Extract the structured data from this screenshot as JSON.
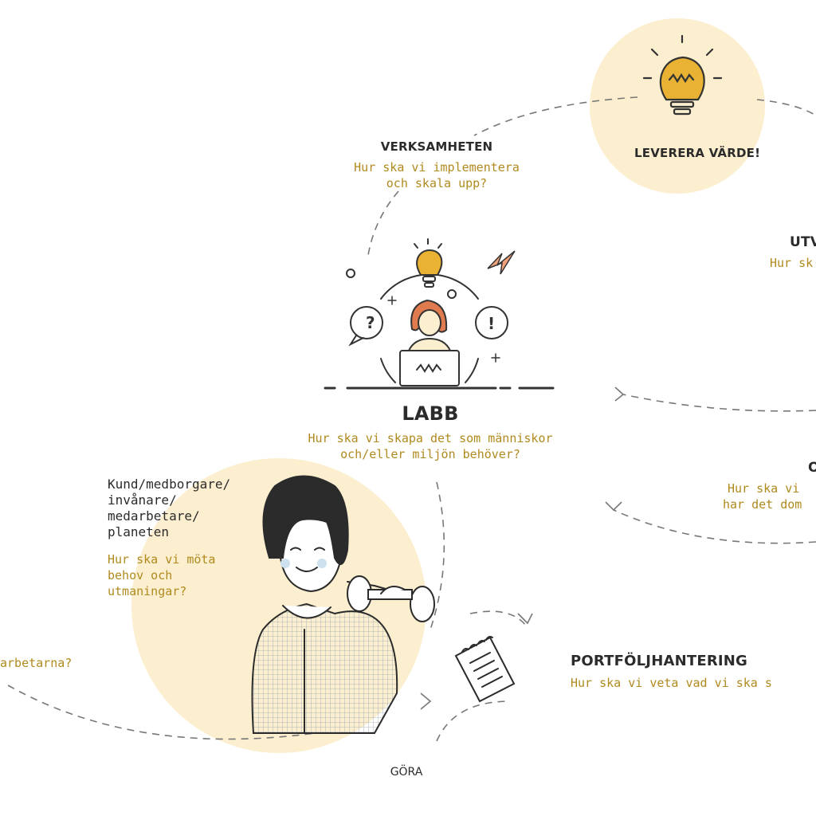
{
  "colors": {
    "accent_fill": "#fcefd0",
    "accent_gold": "#e9b233",
    "question_text": "#b08a1e",
    "heading_text": "#2b2b2b",
    "dash_line": "#777777",
    "lightning": "#f2a07a",
    "hair": "#e07a4f"
  },
  "nodes": {
    "leverera": {
      "label": "LEVERERA VÄRDE!",
      "icon": "lightbulb-icon"
    },
    "verksamheten": {
      "title": "VERKSAMHETEN",
      "q1": "Hur ska vi implementera",
      "q2": "och skala upp?"
    },
    "utv": {
      "title": "UTV",
      "q1": "Hur sk"
    },
    "labb": {
      "title": "LABB",
      "q1": "Hur ska vi skapa det som människor",
      "q2": "och/eller miljön behöver?",
      "icon": "person-at-laptop-icon"
    },
    "o": {
      "title": "O",
      "q1": "Hur ska vi",
      "q2": "har det dom"
    },
    "kund": {
      "l1": "Kund/medborgare/",
      "l2": "invånare/",
      "l3": "medarbetare/",
      "l4": "planeten",
      "q1": "Hur ska vi möta",
      "q2": "behov och",
      "q3": "utmaningar?",
      "icon": "person-lifting-dumbbell-icon"
    },
    "left": {
      "q1": "arbetarna?"
    },
    "portfolj": {
      "title": "PORTFÖLJHANTERING",
      "q1": "Hur ska vi veta vad vi ska s",
      "icon": "notepad-icon"
    },
    "gora": {
      "label": "GÖRA"
    }
  }
}
